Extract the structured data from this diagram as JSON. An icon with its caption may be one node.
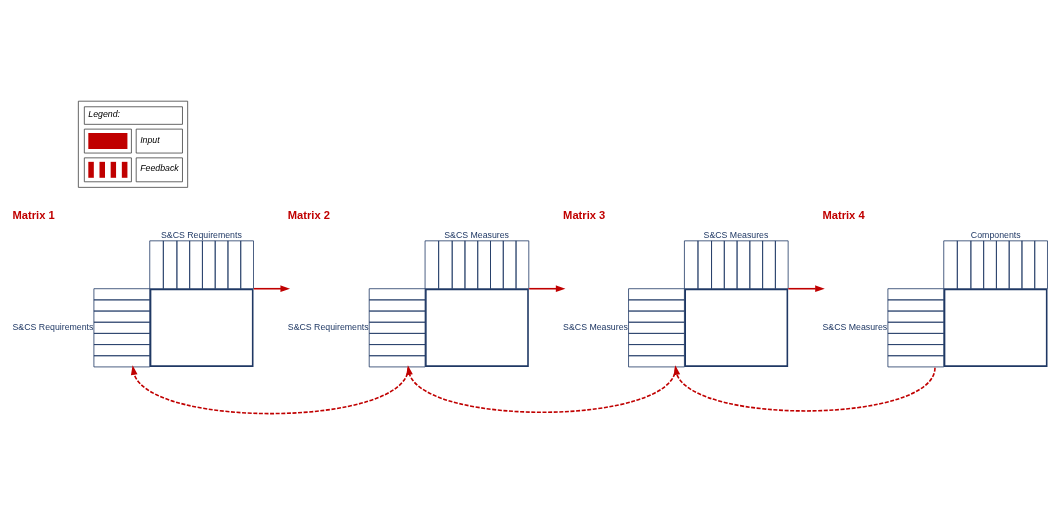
{
  "diagram": {
    "nodes": [
      {
        "text": [
          "Matrix 1",
          "S&CS Requirements",
          "S&CS Requirements"
        ]
      },
      {
        "text": [
          "Matrix 2",
          "S&CS Measures",
          "S&CS Requirements"
        ]
      },
      {
        "text": [
          "Matrix 3",
          "S&CS Measures",
          "S&CS Measures"
        ]
      },
      {
        "text": [
          "Matrix 4",
          "Components",
          "S&CS Measures"
        ]
      }
    ],
    "edges": [
      {
        "from": 0,
        "to": 1,
        "arrow": "to"
      },
      {
        "from": 1,
        "to": 2,
        "arrow": "to"
      },
      {
        "from": 2,
        "to": 3,
        "arrow": "to"
      },
      {
        "from": 1,
        "to": 0,
        "arrow": "to",
        "style": "dashed"
      },
      {
        "from": 2,
        "to": 1,
        "arrow": "to",
        "style": "dashed"
      },
      {
        "from": 3,
        "to": 2,
        "arrow": "to",
        "style": "dashed"
      }
    ],
    "labels": [
      "Legend:"
    ],
    "legend": [
      {
        "text": "Input"
      },
      {
        "text": "Feedback"
      }
    ]
  }
}
